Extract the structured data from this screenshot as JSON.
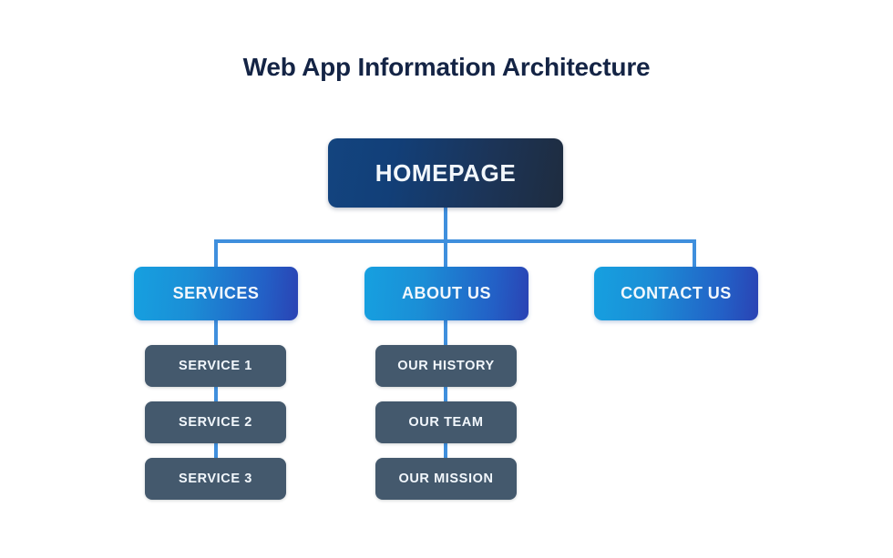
{
  "diagram": {
    "title": "Web App Information Architecture",
    "type": "org-chart",
    "colors": {
      "title_text": "#142445",
      "root_gradient_start": "#13447f",
      "root_gradient_end": "#1e2c3f",
      "branch_gradient_start": "#16a0e0",
      "branch_gradient_end": "#2a43b4",
      "leaf_fill": "#44596d",
      "connector_line": "#3f8fdd",
      "node_text": "#f2f7fc",
      "background": "#ffffff"
    },
    "root": {
      "label": "HOMEPAGE"
    },
    "branches": [
      {
        "label": "SERVICES",
        "children": [
          {
            "label": "SERVICE 1"
          },
          {
            "label": "SERVICE 2"
          },
          {
            "label": "SERVICE 3"
          }
        ]
      },
      {
        "label": "ABOUT US",
        "children": [
          {
            "label": "OUR HISTORY"
          },
          {
            "label": "OUR TEAM"
          },
          {
            "label": "OUR MISSION"
          }
        ]
      },
      {
        "label": "CONTACT US",
        "children": []
      }
    ]
  }
}
